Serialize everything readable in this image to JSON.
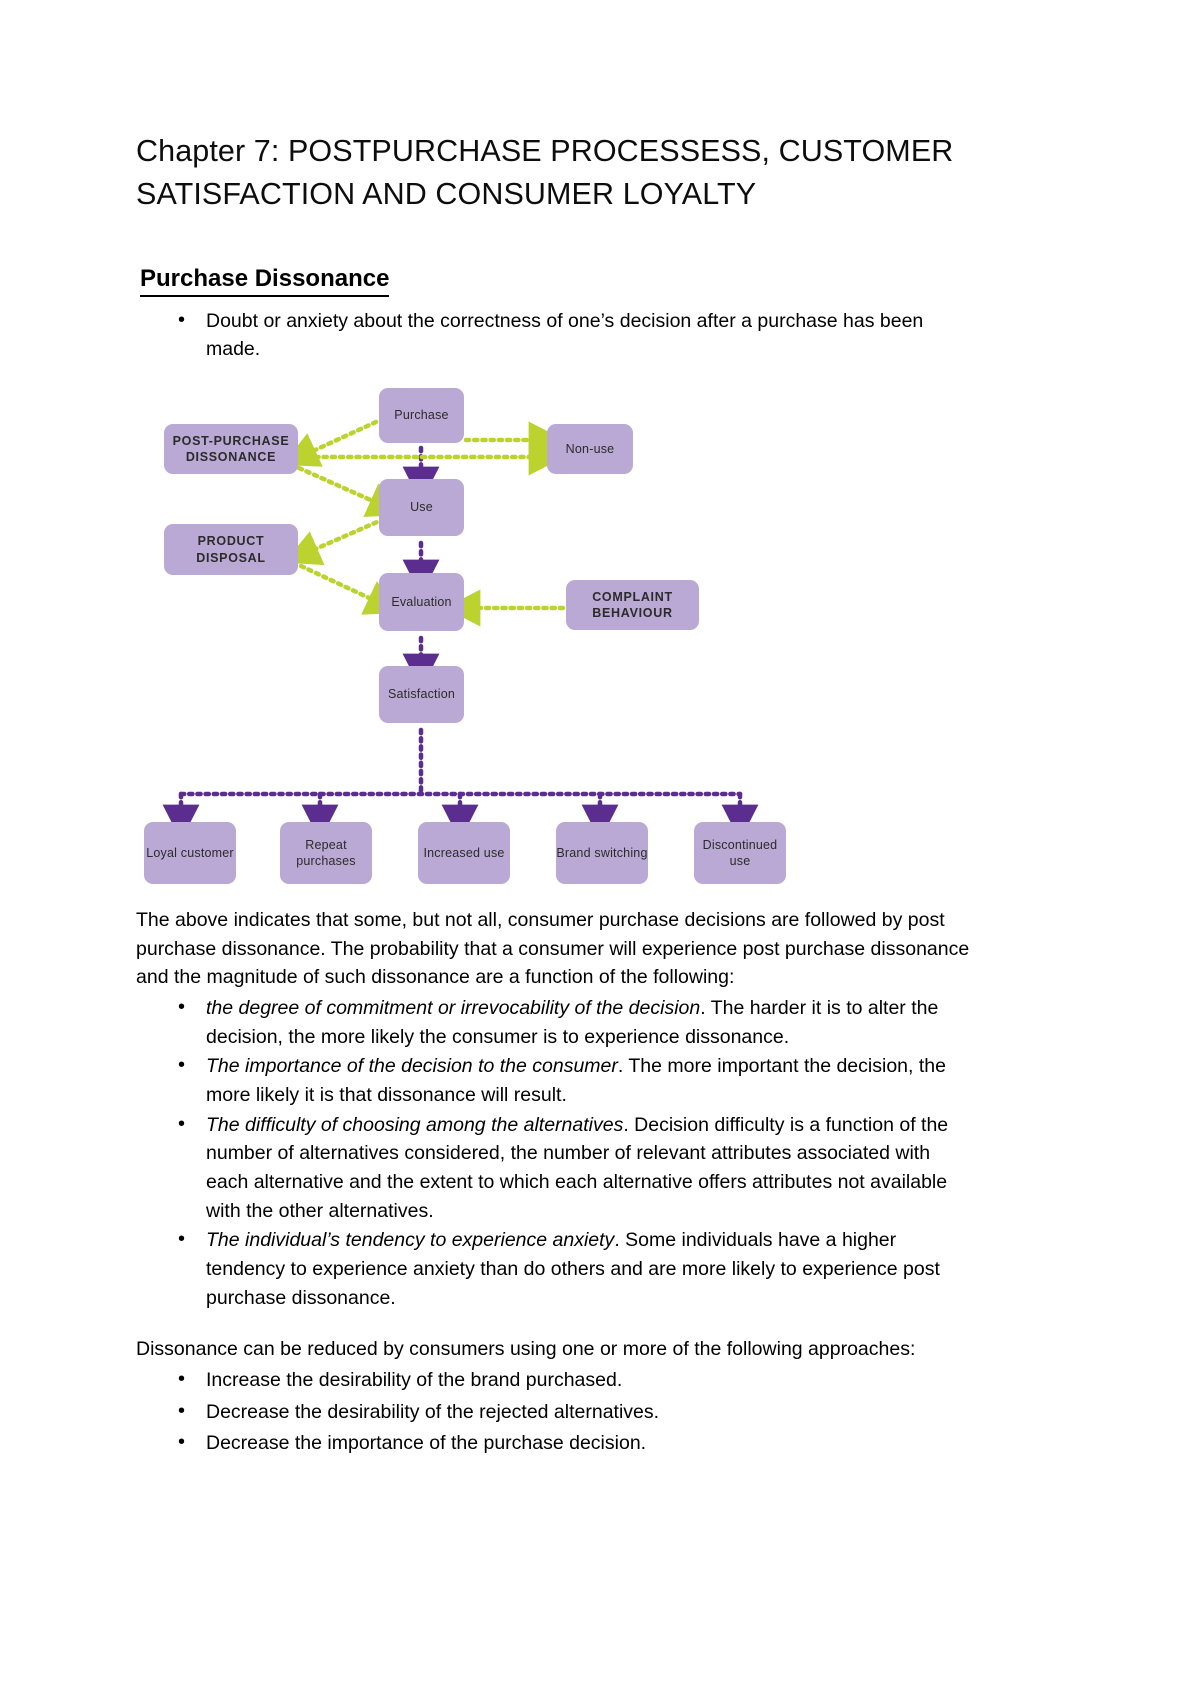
{
  "document": {
    "title": "Chapter 7: POSTPURCHASE PROCESSESS, CUSTOMER SATISFACTION AND CONSUMER LOYALTY",
    "heading": "Purchase Dissonance ",
    "intro_bullets": [
      "Doubt or anxiety about the correctness of one’s decision after a purchase has been made."
    ],
    "body_paragraph": "The above indicates that some, but not all, consumer purchase decisions are followed by post purchase dissonance. The probability that a consumer will experience post purchase dissonance and the magnitude of such dissonance are a function of the following:",
    "factor_bullets": [
      {
        "emphasis": "the degree of commitment or irrevocability of the decision",
        "rest": ". The harder it is to alter the decision, the more likely the consumer is to experience dissonance."
      },
      {
        "emphasis": "The importance of the decision to the consumer",
        "rest": ". The more important the decision, the more likely it is that dissonance will result."
      },
      {
        "emphasis": "The difficulty of choosing among the alternatives",
        "rest": ". Decision difficulty is a function of the number of alternatives considered, the number of relevant attributes associated with each alternative and the extent to which each alternative offers attributes not available with the other alternatives."
      },
      {
        "emphasis": "The individual’s tendency to experience anxiety",
        "rest": ". Some individuals have a higher tendency to experience anxiety than do others and are more likely to experience post purchase dissonance."
      }
    ],
    "reduction_paragraph": "Dissonance can be reduced by consumers using one or more of the following approaches:",
    "reduction_bullets": [
      "Increase the desirability of the brand purchased.",
      "Decrease the desirability of the rejected alternatives.",
      "Decrease the importance of the purchase decision."
    ]
  },
  "diagram": {
    "colors": {
      "node_fill": "#b9a9d4",
      "purple_arrow": "#5b2d8e",
      "green_arrow": "#bcd32f"
    },
    "nodes": {
      "purchase": "Purchase",
      "post_purchase_dissonance": "POST-PURCHASE DISSONANCE",
      "non_use": "Non-use",
      "use": "Use",
      "product_disposal": "PRODUCT DISPOSAL",
      "evaluation": "Evaluation",
      "complaint_behaviour": "COMPLAINT BEHAVIOUR",
      "satisfaction": "Satisfaction",
      "loyal_customer": "Loyal customer",
      "repeat_purchases": "Repeat purchases",
      "increased_use": "Increased use",
      "brand_switching": "Brand switching",
      "discontinued_use": "Discontinued use"
    }
  }
}
